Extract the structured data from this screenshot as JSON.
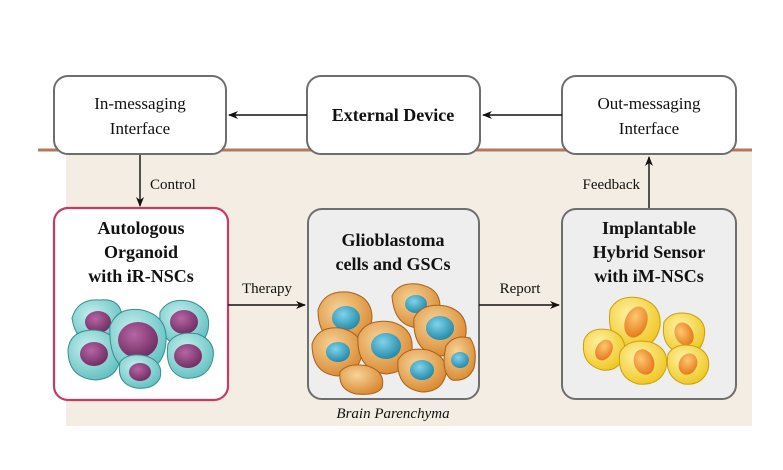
{
  "region_label": "Brain Parenchyma",
  "nodes": {
    "in_messaging": {
      "lines": [
        "In-messaging",
        "Interface"
      ]
    },
    "external_device": {
      "lines": [
        "External Device"
      ]
    },
    "out_messaging": {
      "lines": [
        "Out-messaging",
        "Interface"
      ]
    },
    "organoid": {
      "lines": [
        "Autologous",
        "Organoid",
        "with iR-NSCs"
      ]
    },
    "glioblastoma": {
      "lines": [
        "Glioblastoma",
        "cells and GSCs"
      ]
    },
    "sensor": {
      "lines": [
        "Implantable",
        "Hybrid Sensor",
        "with iM-NSCs"
      ]
    }
  },
  "edges": {
    "control": "Control",
    "therapy": "Therapy",
    "report": "Report",
    "feedback": "Feedback"
  },
  "colors": {
    "region_fill": "#f3ede3",
    "surface_line": "#b07a5d",
    "organoid_border": "#c83a63",
    "box_border": "#6e6e6e",
    "teal_cell": "#7ecfcf",
    "purple_nucleus": "#8a3a78",
    "orange_cell": "#e8a24a",
    "blue_nucleus": "#2c9ab8",
    "yellow_cell": "#f5d33a",
    "orange_nucleus": "#f08a1e"
  }
}
